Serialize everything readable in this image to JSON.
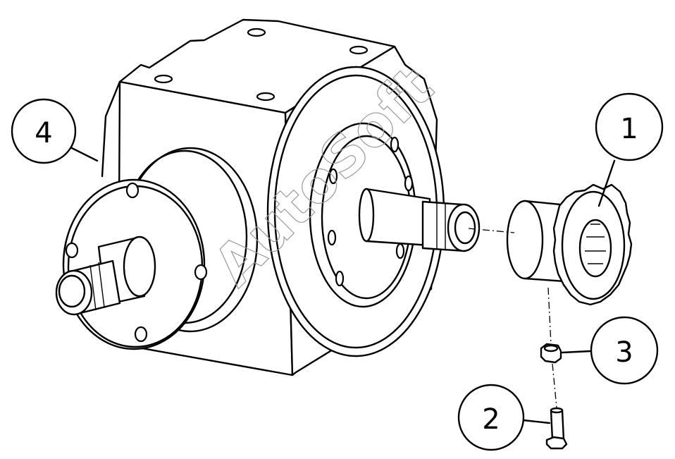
{
  "diagram": {
    "watermark": "AutoSoft",
    "callouts": [
      {
        "id": "1",
        "label": "1"
      },
      {
        "id": "2",
        "label": "2"
      },
      {
        "id": "3",
        "label": "3"
      },
      {
        "id": "4",
        "label": "4"
      }
    ]
  }
}
